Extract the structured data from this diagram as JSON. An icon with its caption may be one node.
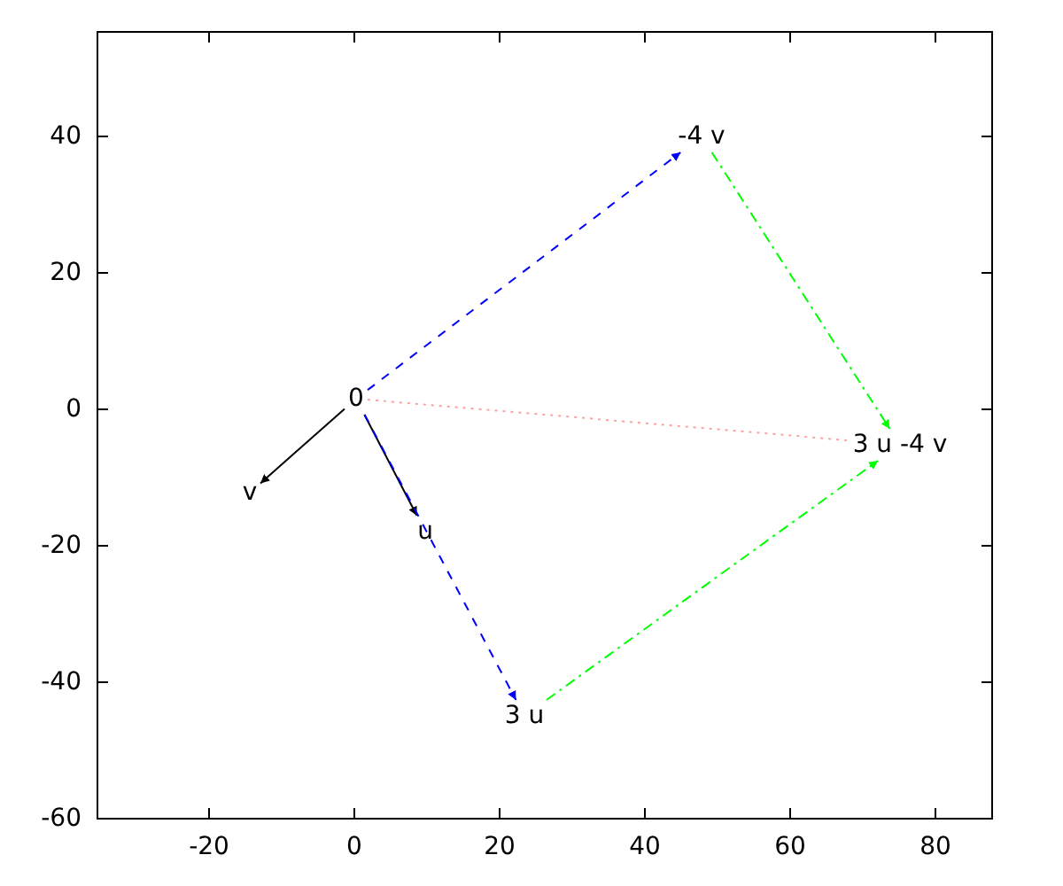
{
  "diagram": {
    "nodes": [
      {
        "text": [
          "0"
        ]
      },
      {
        "text": [
          "u"
        ]
      },
      {
        "text": [
          "v"
        ]
      },
      {
        "text": [
          "3 u"
        ]
      },
      {
        "text": [
          "-4 v"
        ]
      },
      {
        "text": [
          "3 u -4 v"
        ]
      }
    ],
    "edges": [
      {
        "from": 0,
        "to": 1,
        "arrow": "to"
      },
      {
        "from": 0,
        "to": 2,
        "arrow": "to"
      },
      {
        "from": 0,
        "to": 3,
        "arrow": "to",
        "style": "dashed",
        "color": "#0000ff"
      },
      {
        "from": 0,
        "to": 4,
        "arrow": "to",
        "style": "dashed",
        "color": "#0000ff"
      },
      {
        "from": 3,
        "to": 5,
        "arrow": "to",
        "style": "dashed",
        "color": "#00ff00"
      },
      {
        "from": 4,
        "to": 5,
        "arrow": "to",
        "style": "dashed",
        "color": "#00ff00"
      },
      {
        "from": 0,
        "to": 5,
        "arrow": "none",
        "style": "dashed",
        "color": "#ffa0a0"
      }
    ],
    "labels": [
      "40",
      "20",
      "0",
      "-20",
      "-40",
      "-60",
      "-20",
      "0",
      "20",
      "40",
      "60",
      "80"
    ]
  }
}
